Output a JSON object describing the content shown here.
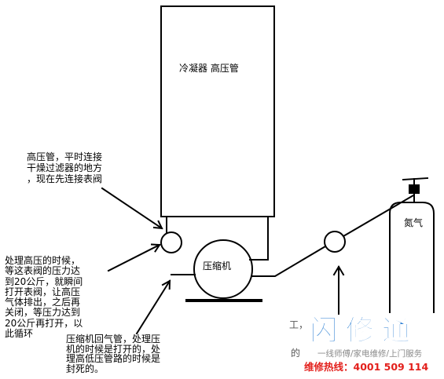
{
  "condenser": {
    "label": "冷凝器 高压管"
  },
  "compressor": {
    "label": "压缩机"
  },
  "nitrogen_tank": {
    "label": "氮气"
  },
  "annotations": {
    "high_pressure_pipe": [
      "高压管，平时连接",
      "干燥过滤器的地方",
      "，现在先连接表阀"
    ],
    "high_pressure_procedure": [
      "处理高压的时候，",
      "等这表阀的压力达",
      "到20公斤，就瞬间",
      "打开表阀，让高压",
      "气体排出，之后再",
      "关闭，等压力达到",
      "20公斤再打开，以",
      "此循环"
    ],
    "return_pipe": [
      "压缩机回气管，处理压",
      "机的时候是打开的，处",
      "理高低压管路的时候是",
      "封死的。"
    ],
    "process_pipe_partial": [
      "工，",
      "的"
    ]
  },
  "watermark": {
    "logo": "闪修通",
    "tagline": "一线师傅/家电维修/上门服务",
    "hotline": "维修热线：4001 509 114"
  },
  "colors": {
    "line": "#000000",
    "logo_blue": "#1f78d1",
    "hotline_red": "#e3201c"
  }
}
